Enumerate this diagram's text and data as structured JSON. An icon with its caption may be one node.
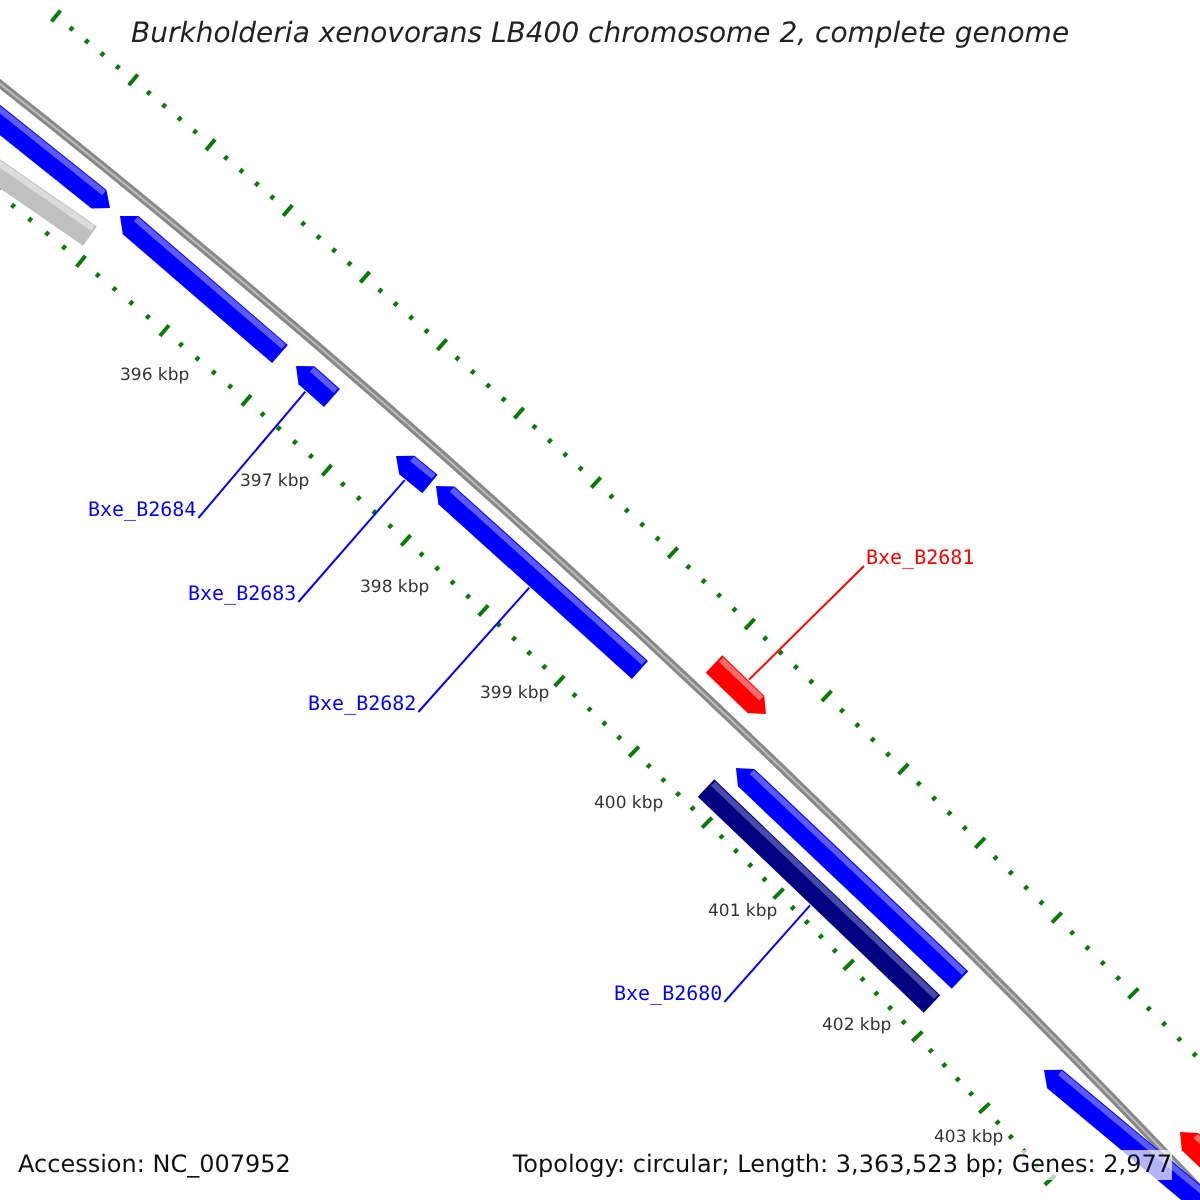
{
  "diagram": {
    "title": "Burkholderia xenovorans LB400 chromosome 2, complete genome",
    "nodes": [
      {
        "text": [
          "Bxe_B2684"
        ]
      },
      {
        "text": [],
        "shape": "arrow"
      },
      {
        "text": [
          "Bxe_B2683"
        ]
      },
      {
        "text": [],
        "shape": "arrow"
      },
      {
        "text": [
          "Bxe_B2682"
        ]
      },
      {
        "text": [],
        "shape": "arrow"
      },
      {
        "text": [
          "Bxe_B2681"
        ]
      },
      {
        "text": [],
        "shape": "arrow"
      },
      {
        "text": [
          "Bxe_B2680"
        ]
      },
      {
        "text": [],
        "shape": "bar"
      },
      {
        "text": [],
        "shape": "arrow"
      },
      {
        "text": [],
        "shape": "bar"
      },
      {
        "text": [],
        "shape": "arrow"
      },
      {
        "text": [],
        "shape": "arrow"
      },
      {
        "text": [],
        "shape": "arrow"
      },
      {
        "text": [],
        "shape": "arrow"
      }
    ],
    "edges": [
      {
        "from": 0,
        "to": 1,
        "arrow": "none"
      },
      {
        "from": 2,
        "to": 3,
        "arrow": "none"
      },
      {
        "from": 4,
        "to": 5,
        "arrow": "none"
      },
      {
        "from": 6,
        "to": 7,
        "arrow": "none",
        "color": "#ff0000"
      },
      {
        "from": 8,
        "to": 9,
        "arrow": "none"
      }
    ],
    "labels": [
      "396 kbp",
      "397 kbp",
      "398 kbp",
      "399 kbp",
      "400 kbp",
      "401 kbp",
      "402 kbp",
      "403 kbp",
      "Accession: NC_007952",
      "Topology: circular; Length: 3,363,523 bp; Genes: 2,977"
    ]
  }
}
